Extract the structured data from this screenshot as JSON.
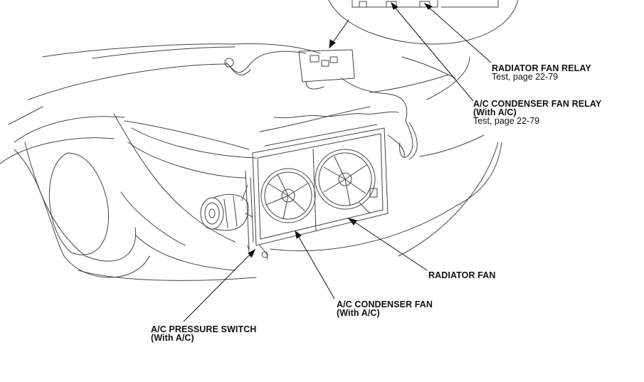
{
  "labels": {
    "radiator_fan_relay": {
      "name": "RADIATOR FAN RELAY",
      "test": "Test, page 22-79"
    },
    "ac_condenser_fan_relay": {
      "name": "A/C CONDENSER FAN RELAY",
      "cond": "(With A/C)",
      "test": "Test, page 22-79"
    },
    "radiator_fan": {
      "name": "RADIATOR FAN"
    },
    "ac_condenser_fan": {
      "name": "A/C CONDENSER FAN",
      "cond": "(With A/C)"
    },
    "ac_pressure_switch": {
      "name": "A/C PRESSURE SWITCH",
      "cond": "(With A/C)"
    }
  },
  "colors": {
    "ink": "#111111",
    "paper": "#ffffff",
    "line_art": "#444444"
  }
}
